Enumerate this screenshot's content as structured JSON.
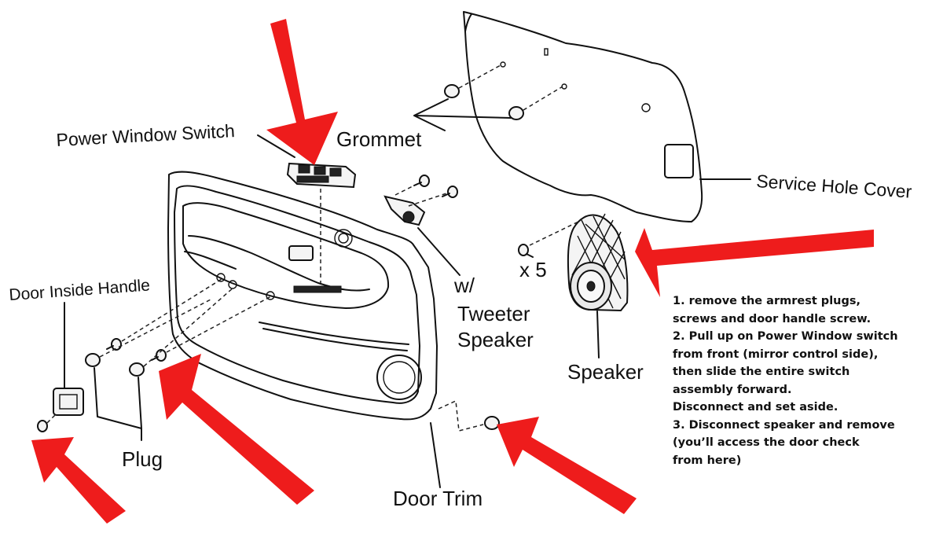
{
  "labels": {
    "power_window_switch": "Power Window Switch",
    "grommet": "Grommet",
    "service_hole_cover": "Service Hole Cover",
    "door_inside_handle": "Door Inside Handle",
    "w": "w/",
    "tweeter": "Tweeter",
    "speaker_word": "Speaker",
    "times_five": "x 5",
    "speaker": "Speaker",
    "plug": "Plug",
    "door_trim": "Door Trim"
  },
  "instructions": [
    "1.  remove the armrest plugs,",
    "screws and door handle screw.",
    "2. Pull up on Power Window switch",
    "from front (mirror control side),",
    "then slide the entire switch",
    "assembly forward.",
    "Disconnect and set aside.",
    "3. Disconnect speaker and remove",
    "(you’ll access the door check",
    "from here)"
  ],
  "colors": {
    "arrow": "#ee1c1c",
    "line_art": "#111111",
    "background": "#ffffff"
  }
}
